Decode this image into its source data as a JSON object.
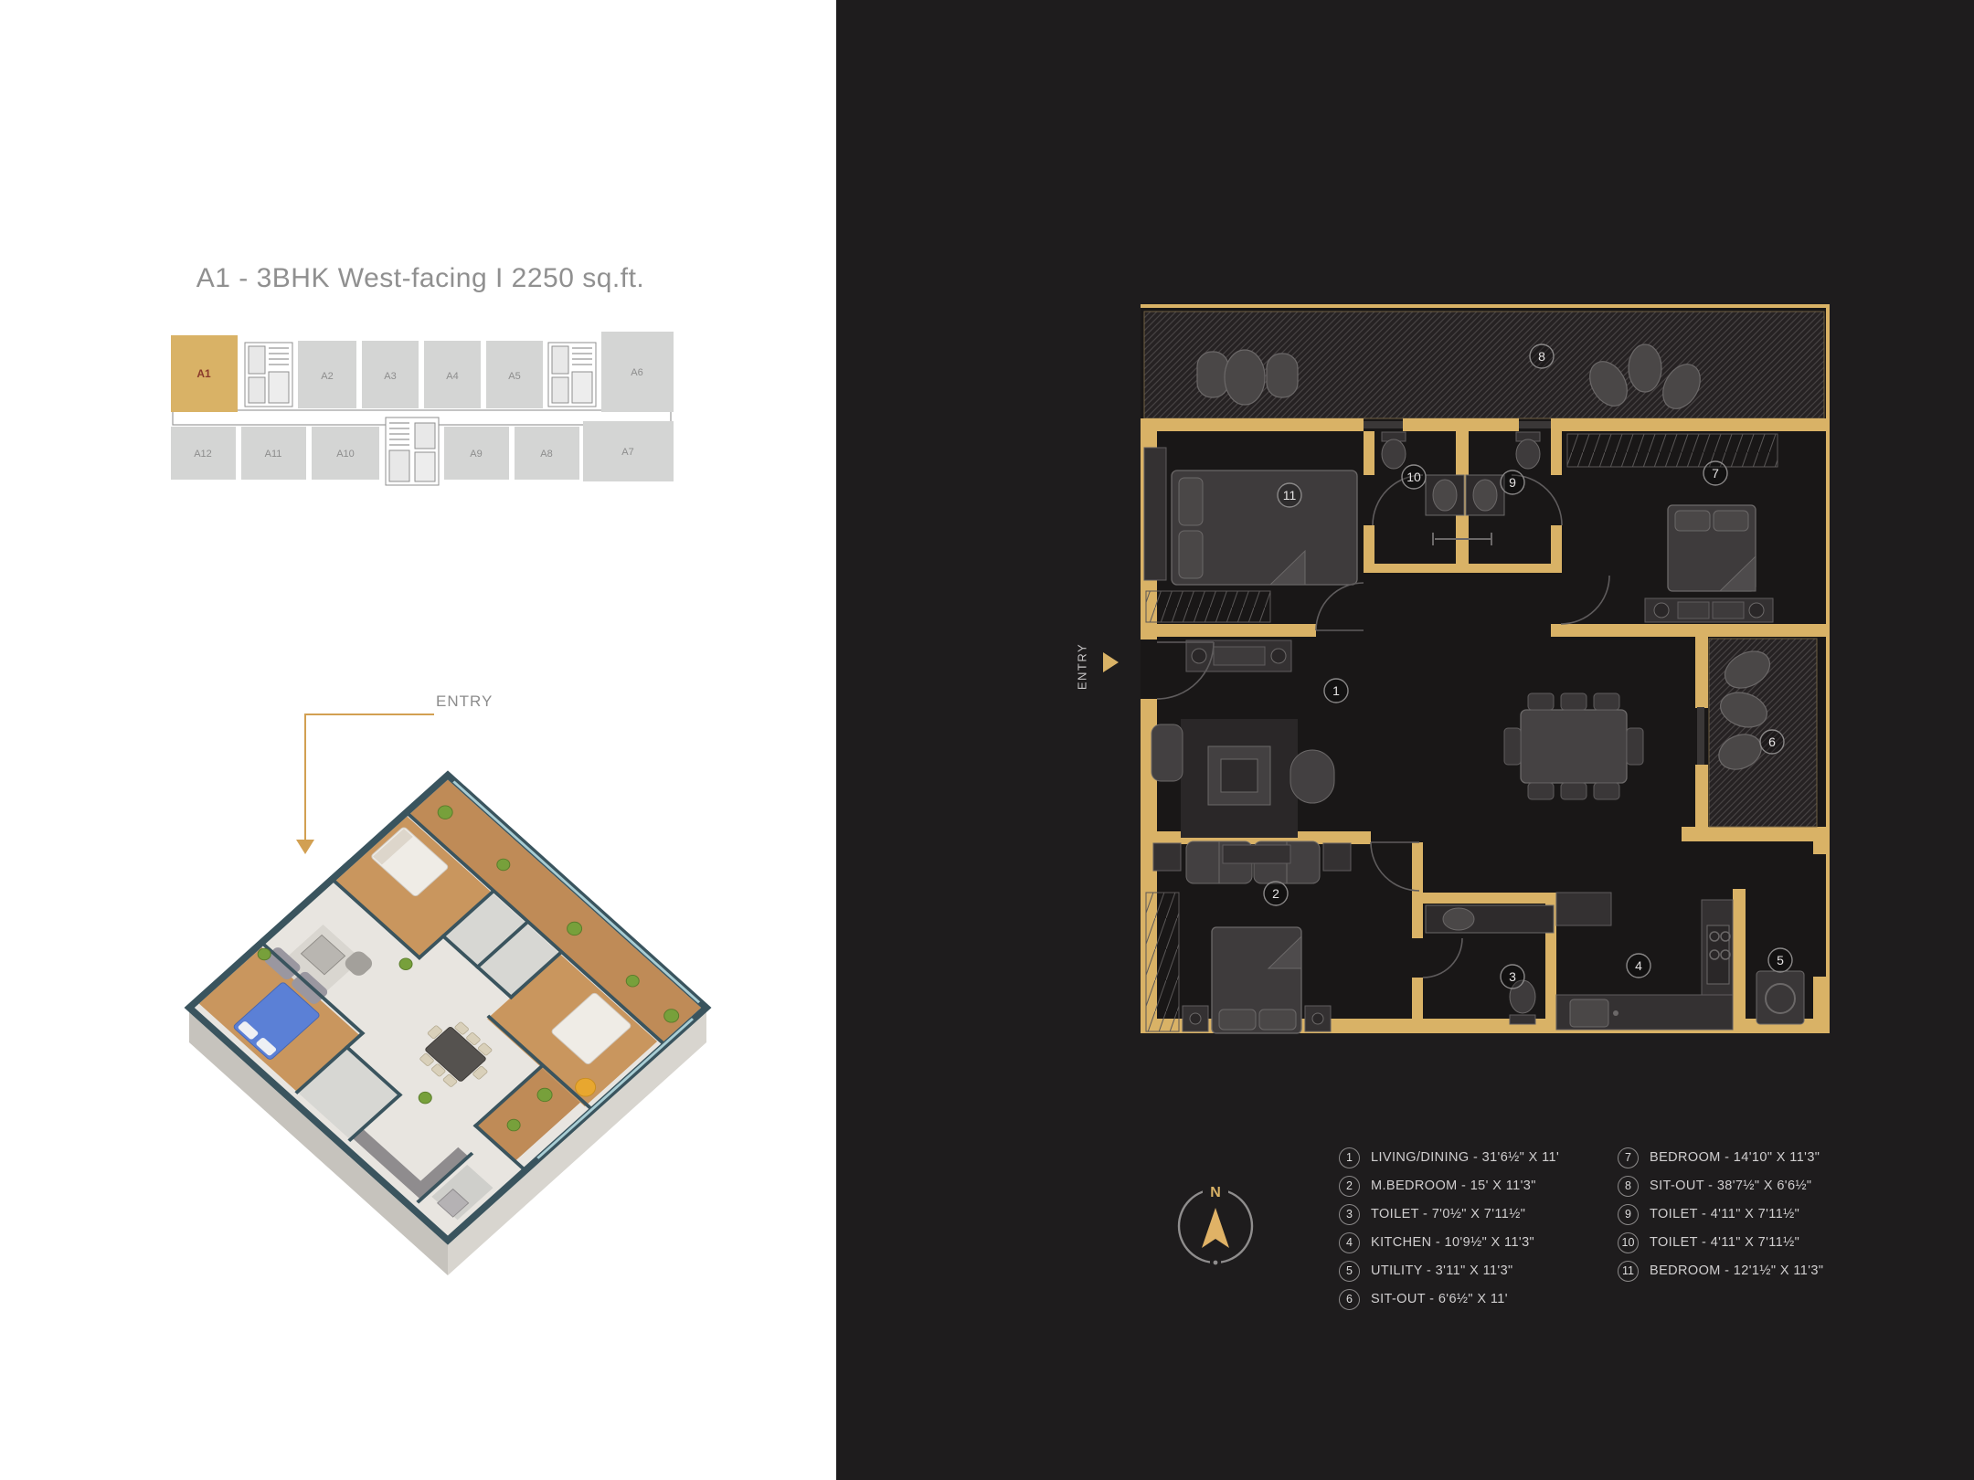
{
  "colors": {
    "gold": "#d9b266",
    "panel-dark": "#1e1c1d",
    "panel-light": "#ffffff",
    "keyplan-unit": "#d4d5d4",
    "keyplan-highlight": "#d9b266",
    "keyplan-highlight-text": "#8a3a2b",
    "keyplan-text": "#8d8d8d",
    "title-text": "#909090",
    "legend-text": "#d0cecf",
    "callout-gold": "#d2a052"
  },
  "left_panel": {
    "title": "A1 - 3BHK West-facing I 2250 sq.ft.",
    "entry_callout": "ENTRY",
    "key_plan": {
      "highlighted_unit": "A1",
      "units_top": [
        "A1",
        "A2",
        "A3",
        "A4",
        "A5",
        "A6"
      ],
      "units_bottom": [
        "A12",
        "A11",
        "A10",
        "A9",
        "A8",
        "A7"
      ]
    }
  },
  "right_panel": {
    "entry_callout": "ENTRY",
    "compass": {
      "north_label": "N"
    },
    "floor_plan": {
      "room_numbers": [
        "1",
        "2",
        "3",
        "4",
        "5",
        "6",
        "7",
        "8",
        "9",
        "10",
        "11"
      ]
    },
    "legend": {
      "column_left": [
        {
          "num": "1",
          "label": "LIVING/DINING - 31'6½\" X 11'"
        },
        {
          "num": "2",
          "label": "M.BEDROOM - 15' X 11'3\""
        },
        {
          "num": "3",
          "label": "TOILET - 7'0½\" X 7'11½\""
        },
        {
          "num": "4",
          "label": "KITCHEN - 10'9½\" X 11'3\""
        },
        {
          "num": "5",
          "label": "UTILITY - 3'11\" X 11'3\""
        },
        {
          "num": "6",
          "label": "SIT-OUT - 6'6½\" X 11'"
        }
      ],
      "column_right": [
        {
          "num": "7",
          "label": "BEDROOM - 14'10\" X 11'3\""
        },
        {
          "num": "8",
          "label": "SIT-OUT - 38'7½\" X 6'6½\""
        },
        {
          "num": "9",
          "label": "TOILET - 4'11\" X 7'11½\""
        },
        {
          "num": "10",
          "label": "TOILET - 4'11\" X 7'11½\""
        },
        {
          "num": "11",
          "label": "BEDROOM - 12'1½\" X 11'3\""
        }
      ]
    }
  }
}
